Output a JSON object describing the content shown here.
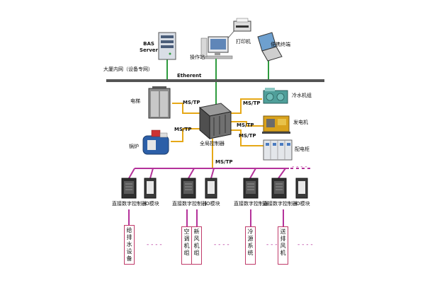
{
  "top": {
    "bas_server": "BAS\nServer",
    "operator_station": "操作站",
    "printer": "打印机",
    "portable_terminal": "便携终端",
    "intranet": "大厦内网（设备专网）",
    "ethernet": "Etherent"
  },
  "middle": {
    "elevator": "电梯",
    "boiler": "锅炉",
    "chiller": "冷水机组",
    "generator": "发电机",
    "switchgear": "配电柜",
    "global_controller": "全局控制器",
    "mstp": "MS/TP"
  },
  "bottom": {
    "ddc": "直接数字控制器",
    "io": "IO模块",
    "ellipsis": "- - - -",
    "systems": [
      "给排水设备",
      "空调机组",
      "新风机组",
      "冷源系统",
      "送排风机"
    ]
  },
  "colors": {
    "ethernet_line": "#2e9b3e",
    "mstp_line": "#e6a817",
    "bus_line": "#b4329a",
    "label_border": "#c03b6a"
  }
}
